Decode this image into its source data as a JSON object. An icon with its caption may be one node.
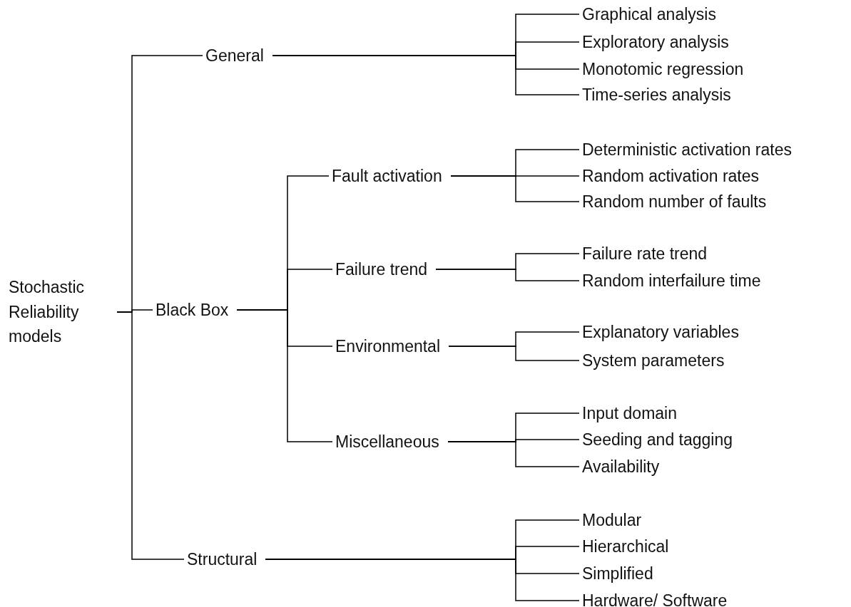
{
  "diagram": {
    "nodes": [
      {
        "text": [
          "Stochastic Reliability models"
        ]
      },
      {
        "text": [
          "General"
        ]
      },
      {
        "text": [
          "Black Box"
        ]
      },
      {
        "text": [
          "Structural"
        ]
      },
      {
        "text": [
          "Graphical analysis"
        ]
      },
      {
        "text": [
          "Exploratory analysis"
        ]
      },
      {
        "text": [
          "Monotomic regression"
        ]
      },
      {
        "text": [
          "Time-series analysis"
        ]
      },
      {
        "text": [
          "Fault activation"
        ]
      },
      {
        "text": [
          "Failure trend"
        ]
      },
      {
        "text": [
          "Environmental"
        ]
      },
      {
        "text": [
          "Miscellaneous"
        ]
      },
      {
        "text": [
          "Deterministic activation rates"
        ]
      },
      {
        "text": [
          "Random activation rates"
        ]
      },
      {
        "text": [
          "Random number of faults"
        ]
      },
      {
        "text": [
          "Failure rate trend"
        ]
      },
      {
        "text": [
          "Random interfailure time"
        ]
      },
      {
        "text": [
          "Explanatory variables"
        ]
      },
      {
        "text": [
          "System parameters"
        ]
      },
      {
        "text": [
          "Input domain"
        ]
      },
      {
        "text": [
          "Seeding and tagging"
        ]
      },
      {
        "text": [
          "Availability"
        ]
      },
      {
        "text": [
          "Modular"
        ]
      },
      {
        "text": [
          "Hierarchical"
        ]
      },
      {
        "text": [
          "Simplified"
        ]
      },
      {
        "text": [
          "Hardware/ Software"
        ]
      }
    ],
    "edges": [
      {
        "from": 0,
        "to": 1,
        "arrow": "none"
      },
      {
        "from": 0,
        "to": 2,
        "arrow": "none"
      },
      {
        "from": 0,
        "to": 3,
        "arrow": "none"
      },
      {
        "from": 1,
        "to": 4,
        "arrow": "none"
      },
      {
        "from": 1,
        "to": 5,
        "arrow": "none"
      },
      {
        "from": 1,
        "to": 6,
        "arrow": "none"
      },
      {
        "from": 1,
        "to": 7,
        "arrow": "none"
      },
      {
        "from": 2,
        "to": 8,
        "arrow": "none"
      },
      {
        "from": 2,
        "to": 9,
        "arrow": "none"
      },
      {
        "from": 2,
        "to": 10,
        "arrow": "none"
      },
      {
        "from": 2,
        "to": 11,
        "arrow": "none"
      },
      {
        "from": 8,
        "to": 12,
        "arrow": "none"
      },
      {
        "from": 8,
        "to": 13,
        "arrow": "none"
      },
      {
        "from": 8,
        "to": 14,
        "arrow": "none"
      },
      {
        "from": 9,
        "to": 15,
        "arrow": "none"
      },
      {
        "from": 9,
        "to": 16,
        "arrow": "none"
      },
      {
        "from": 10,
        "to": 17,
        "arrow": "none"
      },
      {
        "from": 10,
        "to": 18,
        "arrow": "none"
      },
      {
        "from": 11,
        "to": 19,
        "arrow": "none"
      },
      {
        "from": 11,
        "to": 20,
        "arrow": "none"
      },
      {
        "from": 11,
        "to": 21,
        "arrow": "none"
      },
      {
        "from": 3,
        "to": 22,
        "arrow": "none"
      },
      {
        "from": 3,
        "to": 23,
        "arrow": "none"
      },
      {
        "from": 3,
        "to": 24,
        "arrow": "none"
      },
      {
        "from": 3,
        "to": 25,
        "arrow": "none"
      }
    ]
  }
}
